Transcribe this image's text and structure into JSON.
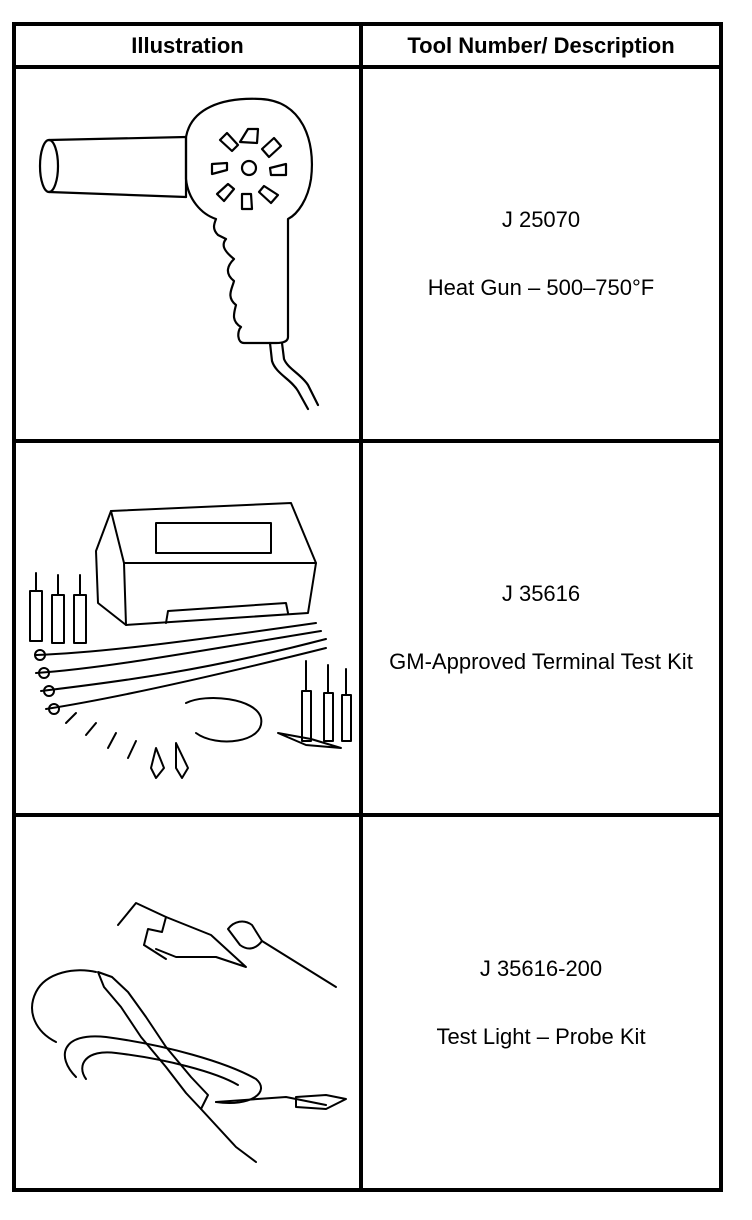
{
  "table": {
    "headers": {
      "illustration": "Illustration",
      "description": "Tool Number/ Description"
    },
    "rows": [
      {
        "tool_number": "J 25070",
        "description": "Heat Gun – 500–750°F",
        "illustration_icon": "heat-gun-icon"
      },
      {
        "tool_number": "J 35616",
        "description": "GM-Approved Terminal Test Kit",
        "illustration_icon": "terminal-test-kit-icon"
      },
      {
        "tool_number": "J 35616-200",
        "description": "Test Light – Probe Kit",
        "illustration_icon": "test-light-probe-icon"
      }
    ]
  }
}
